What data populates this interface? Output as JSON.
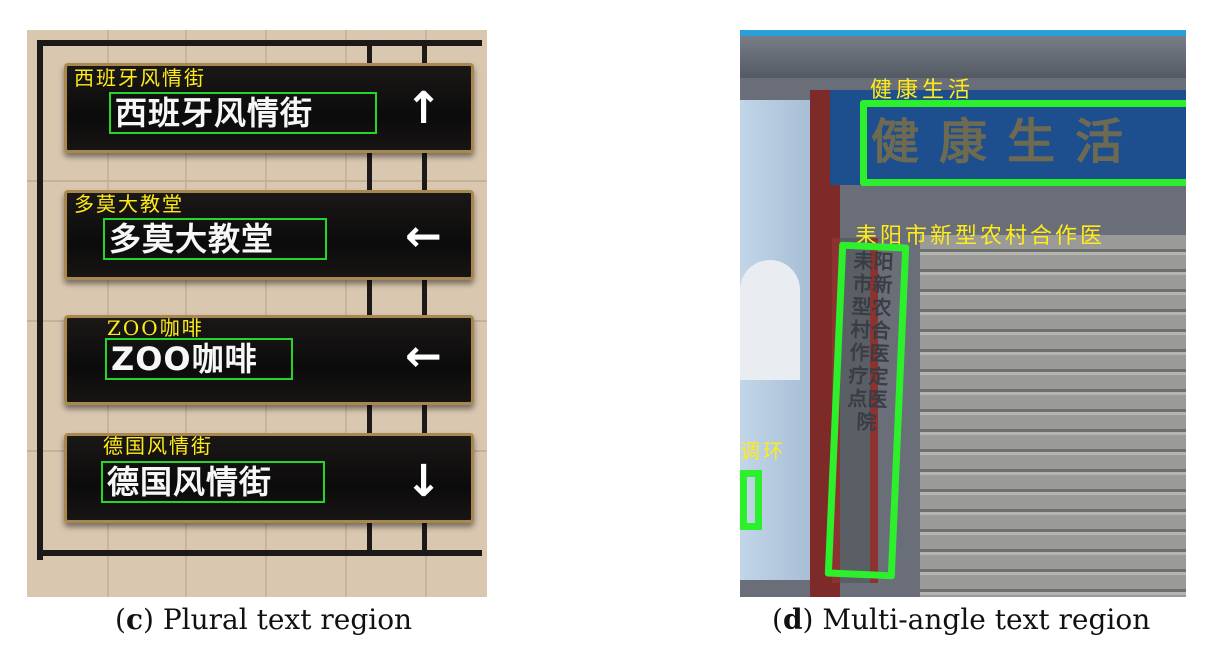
{
  "panel_c": {
    "signs": [
      {
        "annotation": "西班牙风情街",
        "text": "西班牙风情街",
        "arrow": "↑",
        "arrow_icon": "arrow-up-icon"
      },
      {
        "annotation": "多莫大教堂",
        "text": "多莫大教堂",
        "arrow": "←",
        "arrow_icon": "arrow-left-icon"
      },
      {
        "annotation": "ZOO咖啡",
        "text": "ZOO咖啡",
        "arrow": "←",
        "arrow_icon": "arrow-left-icon"
      },
      {
        "annotation": "德国风情街",
        "text": "德国风情街",
        "arrow": "↓",
        "arrow_icon": "arrow-down-icon"
      }
    ],
    "caption": {
      "letter": "c",
      "text": " Plural text region"
    }
  },
  "panel_d": {
    "annotations": {
      "top": "健康生活",
      "vertical": "耒阳市新型农村合作医",
      "left": "调环"
    },
    "scene_text": {
      "top_sign": "健康生活",
      "vertical_sign": "耒阳市新型农村合作医疗定点医院"
    },
    "caption": {
      "letter": "d",
      "text": " Multi-angle text region"
    }
  },
  "colors": {
    "detection_box": "#2cf02c",
    "annotation_text": "#ffeb1a",
    "sign_border": "#a8884e"
  }
}
